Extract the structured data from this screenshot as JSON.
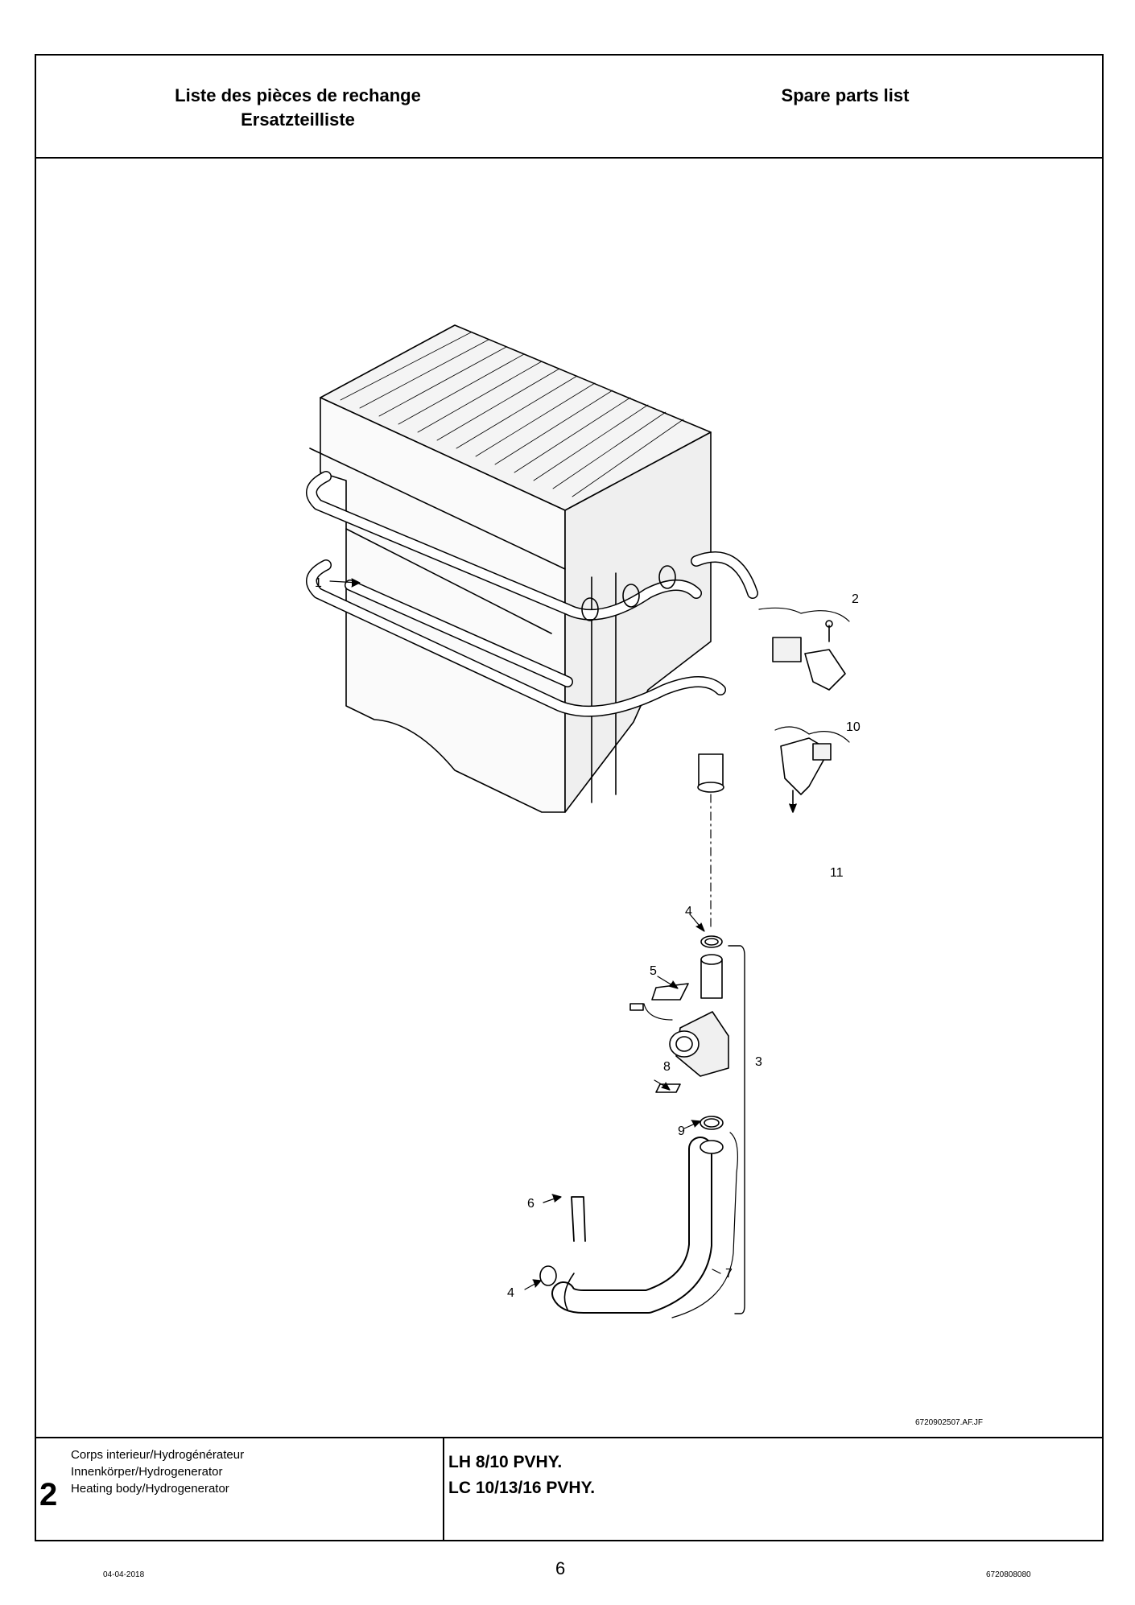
{
  "header": {
    "title_fr": "Liste des pièces de rechange",
    "title_de": "Ersatzteilliste",
    "title_en": "Spare parts list"
  },
  "drawing": {
    "reference": "6720902507.AF.JF",
    "callouts": [
      "1",
      "2",
      "10",
      "11",
      "4",
      "5",
      "8",
      "3",
      "9",
      "6",
      "4",
      "7"
    ]
  },
  "footer": {
    "section_number": "2",
    "description": [
      "Corps interieur/Hydrogénérateur",
      "Innenkörper/Hydrogenerator",
      "Heating body/Hydrogenerator"
    ],
    "models": [
      "LH 8/10 PVHY.",
      "LC 10/13/16 PVHY."
    ]
  },
  "page": {
    "number": "6",
    "date": "04-04-2018",
    "doc_number": "6720808080"
  }
}
